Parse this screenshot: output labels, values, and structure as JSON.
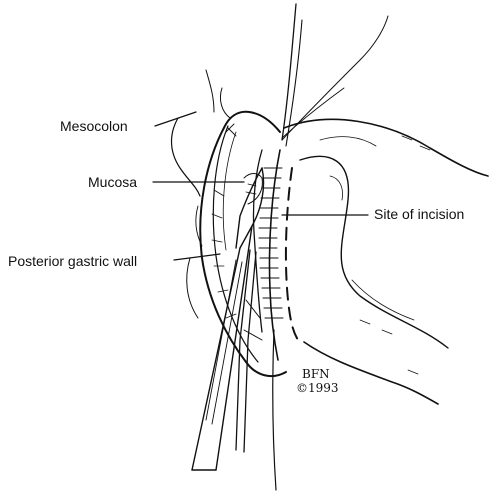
{
  "labels": {
    "mesocolon": "Mesocolon",
    "mucosa": "Mucosa",
    "site_of_incision": "Site of incision",
    "posterior_gastric_wall": "Posterior gastric wall"
  },
  "signature": {
    "initials": "BFN",
    "year": "©1993"
  }
}
